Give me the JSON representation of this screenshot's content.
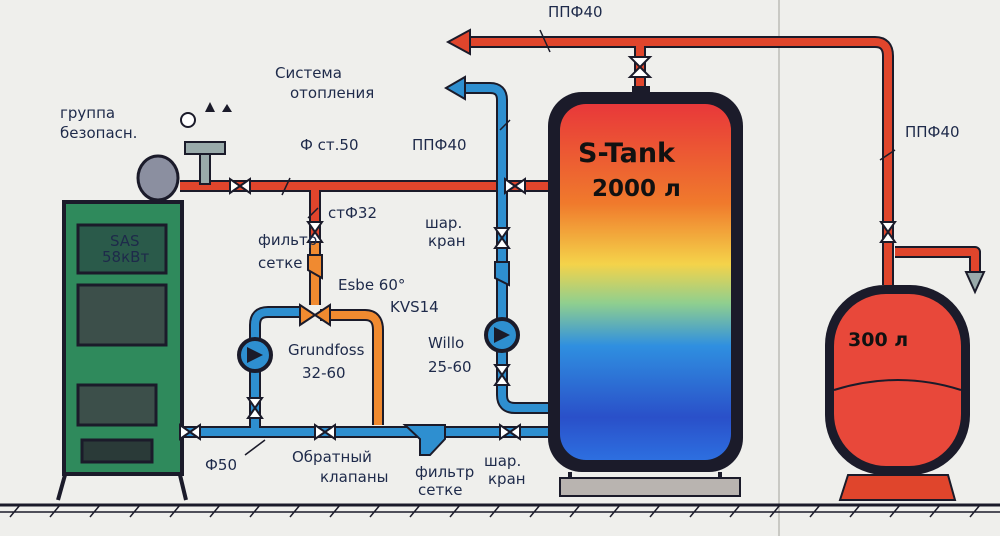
{
  "labels": {
    "top_pipe": "ППФ40",
    "right_pipe": "ППФ40",
    "heating_system_1": "Система",
    "heating_system_2": "отопления",
    "riser_pipe": "ППФ40",
    "safety_group_1": "группа",
    "safety_group_2": "безопасн.",
    "supply_pipe": "Ф ст.50",
    "branch_pipe": "стФ32",
    "filter_top_1": "фильтр",
    "filter_top_2": "сетке",
    "esbe": "Esbe 60°",
    "kvs": "KVS14",
    "ball_valve_1": "шар.",
    "ball_valve_2": "кран",
    "grundfos_1": "Grundfoss",
    "grundfos_2": "32-60",
    "willo_1": "Willo",
    "willo_2": "25-60",
    "return_pipe": "Ф50",
    "check_valves_1": "Обратный",
    "check_valves_2": "клапаны",
    "filter_bottom_1": "фильтр",
    "filter_bottom_2": "сетке",
    "ball_valve_bottom_1": "шар.",
    "ball_valve_bottom_2": "кран",
    "boiler_1": "SAS",
    "boiler_2": "58кВт"
  },
  "tank_large": {
    "name": "S-Tank",
    "volume": "2000 л"
  },
  "tank_small": {
    "volume": "300 л"
  },
  "colors": {
    "hot_pipe": "#e0452c",
    "cold_pipe": "#2e8fd0",
    "boiler": "#2f8a5c",
    "outline": "#1b1b2a",
    "paper": "#efefec"
  }
}
